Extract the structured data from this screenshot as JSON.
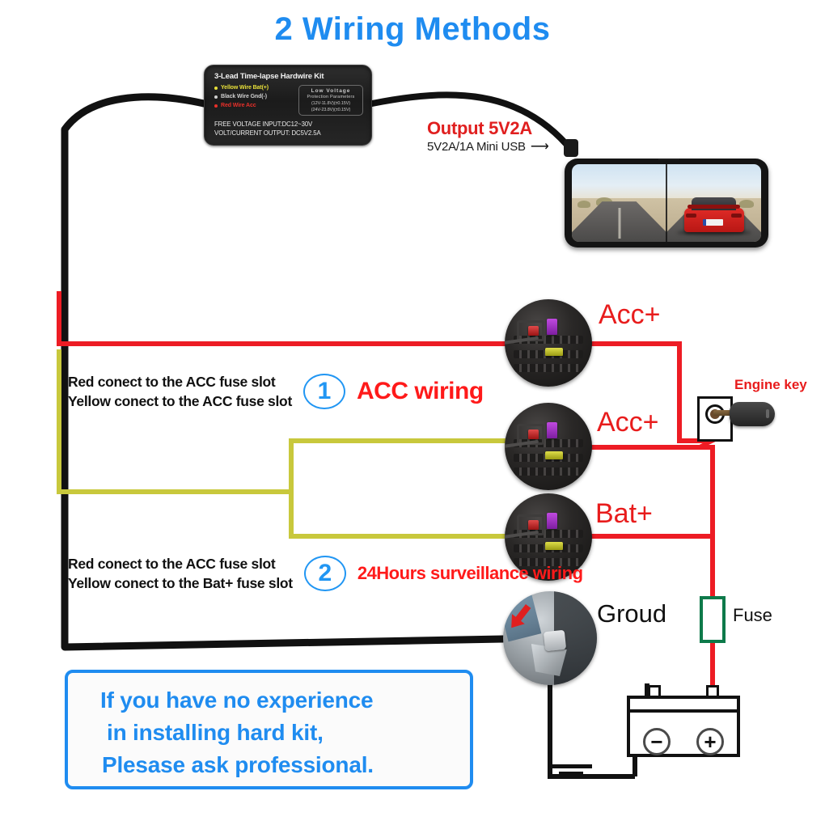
{
  "title": "2 Wiring Methods",
  "kit": {
    "title": "3-Lead Time-lapse Hardwire Kit",
    "leads": [
      {
        "label": "Yellow Wire Bat(+)",
        "color": "#e8e03a"
      },
      {
        "label": "Black Wire   Gnd(-)",
        "color": "#cfcfcf"
      },
      {
        "label": "Red Wire Acc",
        "color": "#e8302a"
      }
    ],
    "param_box": {
      "line1": "Low  Voltage",
      "line2": "Protection Parameters",
      "line3": "(12V-11.8V)(±0.15V)",
      "line4": "(24V-23.8V)(±0.15V)"
    },
    "footer_line1": "FREE VOLTAGE INPUT:DC12~30V",
    "footer_line2": "VOLT/CURRENT OUTPUT: DC5V2.5A"
  },
  "output": {
    "main": "Output 5V2A",
    "sub": "5V2A/1A Mini USB",
    "arrow": "arrow-right-icon"
  },
  "labels": {
    "acc_top": "Acc+",
    "acc_mid": "Acc+",
    "bat": "Bat+",
    "ground": "Groud",
    "fuse": "Fuse",
    "engine_key": "Engine key"
  },
  "battery": {
    "negative": "−",
    "positive": "+"
  },
  "instructions": [
    {
      "line1": "Red conect to the ACC fuse slot",
      "line2": "Yellow conect to the ACC fuse slot",
      "step": "1",
      "heading": "ACC wiring"
    },
    {
      "line1": "Red conect to the ACC fuse slot",
      "line2": "Yellow conect to the Bat+ fuse slot",
      "step": "2",
      "heading": "24Hours surveillance wiring"
    }
  ],
  "warning": {
    "line1": "If you have no experience",
    "line2": "in installing hard kit,",
    "line3": "Plesase ask professional."
  },
  "colors": {
    "title_blue": "#1f8cf0",
    "red_wire": "#ed1c24",
    "yellow_wire": "#c8c83c",
    "black_wire": "#111111",
    "accent_red": "#e81c1c",
    "fuse_green": "#0e7a4a"
  }
}
